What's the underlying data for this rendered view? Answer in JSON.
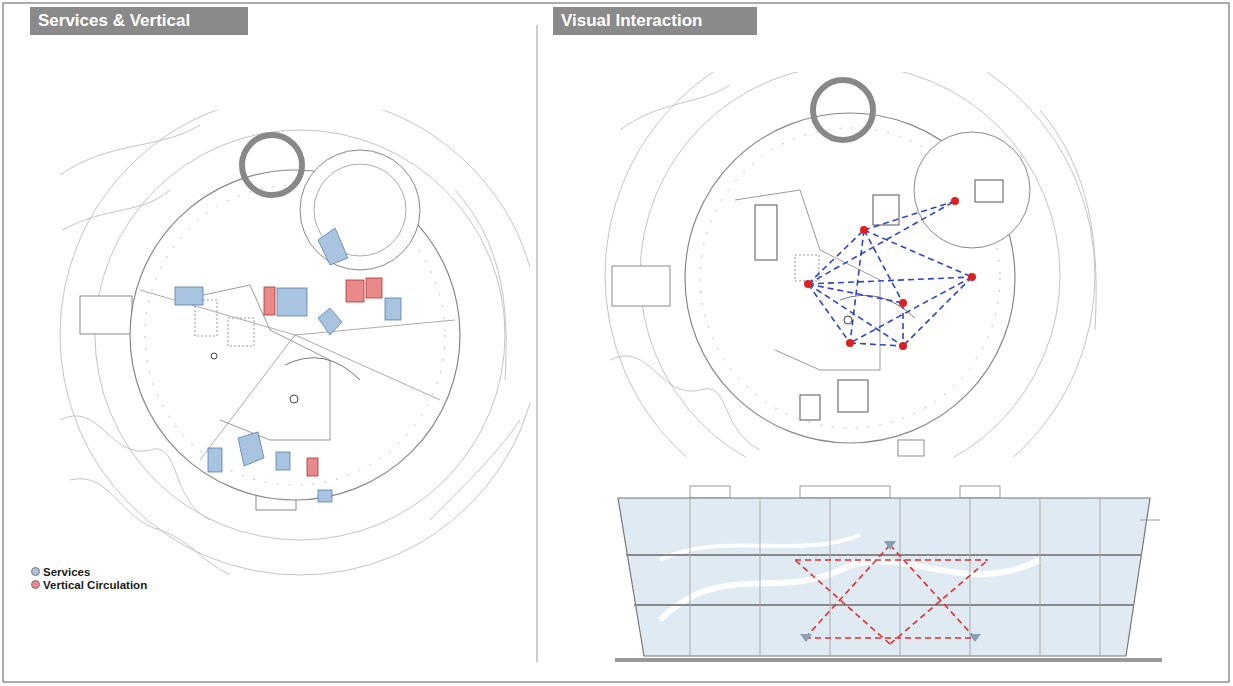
{
  "diagram": {
    "nodes": [
      {
        "text": [
          "Services & Vertical"
        ]
      },
      {
        "text": [
          "Visual Interaction"
        ]
      }
    ],
    "legend": [
      {
        "text": "Services",
        "color": "#a9c4e0"
      },
      {
        "text": "Vertical Circulation",
        "color": "#e88a8a"
      }
    ]
  }
}
